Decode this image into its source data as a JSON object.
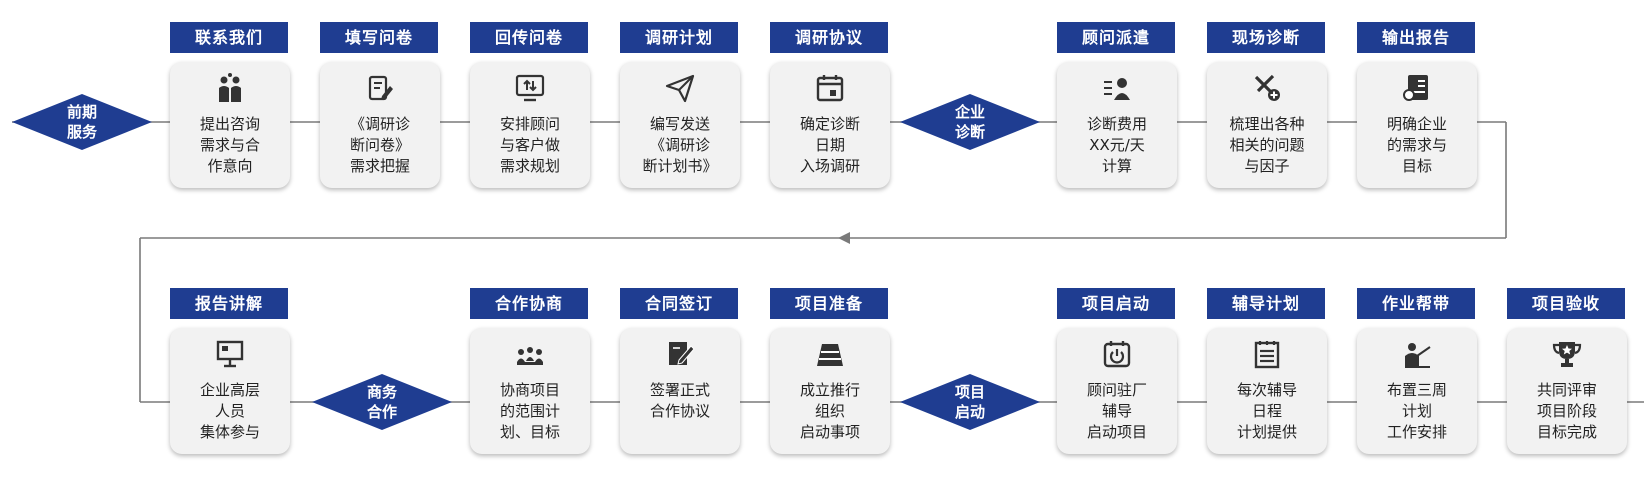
{
  "colors": {
    "accent": "#1f3d91",
    "card": "#f2f2f2",
    "line": "#7a7a7a",
    "text": "#222222"
  },
  "phases": [
    {
      "label": "前期\n服务"
    },
    {
      "label": "企业\n诊断"
    },
    {
      "label": "商务\n合作"
    },
    {
      "label": "项目\n启动"
    }
  ],
  "row1": [
    {
      "title": "联系我们",
      "desc": "提出咨询\n需求与合\n作意向",
      "icon": "people-talk-icon"
    },
    {
      "title": "填写问卷",
      "desc": "《调研诊\n断问卷》\n需求把握",
      "icon": "questionnaire-edit-icon"
    },
    {
      "title": "回传问卷",
      "desc": "安排顾问\n与客户做\n需求规划",
      "icon": "monitor-transfer-icon"
    },
    {
      "title": "调研计划",
      "desc": "编写发送\n《调研诊\n断计划书》",
      "icon": "paper-plane-icon"
    },
    {
      "title": "调研协议",
      "desc": "确定诊断\n日期\n入场调研",
      "icon": "calendar-icon"
    },
    {
      "title": "顾问派遣",
      "desc": "诊断费用\nXX元/天\n计算",
      "icon": "consultant-list-icon"
    },
    {
      "title": "现场诊断",
      "desc": "梳理出各种\n相关的问题\n与因子",
      "icon": "tools-plus-icon"
    },
    {
      "title": "输出报告",
      "desc": "明确企业\n的需求与\n目标",
      "icon": "report-document-icon"
    }
  ],
  "row2": [
    {
      "title": "报告讲解",
      "desc": "企业高层\n人员\n集体参与",
      "icon": "presentation-board-icon"
    },
    {
      "title": "合作协商",
      "desc": "协商项目\n的范围计\n划、目标",
      "icon": "meeting-group-icon"
    },
    {
      "title": "合同签订",
      "desc": "签署正式\n合作协议",
      "icon": "contract-sign-icon"
    },
    {
      "title": "项目准备",
      "desc": "成立推行\n组织\n启动事项",
      "icon": "stacked-books-icon"
    },
    {
      "title": "项目启动",
      "desc": "顾问驻厂\n辅导\n启动项目",
      "icon": "power-calendar-icon"
    },
    {
      "title": "辅导计划",
      "desc": "每次辅导\n日程\n计划提供",
      "icon": "schedule-list-icon"
    },
    {
      "title": "作业帮带",
      "desc": "布置三周\n计划\n工作安排",
      "icon": "teacher-pointer-icon"
    },
    {
      "title": "项目验收",
      "desc": "共同评审\n项目阶段\n目标完成",
      "icon": "trophy-star-icon"
    }
  ]
}
